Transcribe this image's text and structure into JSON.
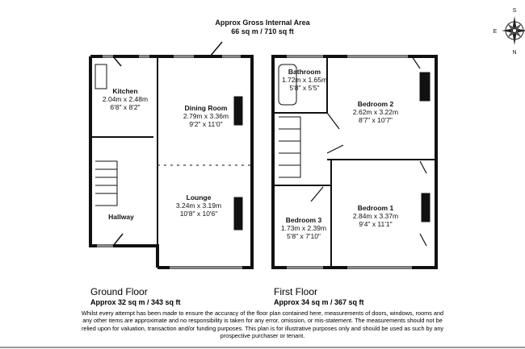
{
  "header": {
    "title": "Approx Gross Internal Area",
    "area": "66 sq m / 710 sq ft"
  },
  "compass": {
    "labels": [
      "S",
      "E",
      "N"
    ]
  },
  "ground_floor": {
    "name": "Ground Floor",
    "area": "Approx 32 sq m / 343 sq ft",
    "rooms": [
      {
        "name": "Kitchen",
        "metric": "2.04m x 2.48m",
        "imperial": "6'8\" x 8'2\""
      },
      {
        "name": "Dining Room",
        "metric": "2.79m x 3.36m",
        "imperial": "9'2\" x 11'0\""
      },
      {
        "name": "Lounge",
        "metric": "3.24m x 3.19m",
        "imperial": "10'8\" x 10'6\""
      },
      {
        "name": "Hallway"
      }
    ]
  },
  "first_floor": {
    "name": "First Floor",
    "area": "Approx 34 sq m / 367 sq ft",
    "rooms": [
      {
        "name": "Bathroom",
        "metric": "1.72m x 1.65m",
        "imperial": "5'8\" x 5'5\""
      },
      {
        "name": "Bedroom 2",
        "metric": "2.62m x 3.22m",
        "imperial": "8'7\" x 10'7\""
      },
      {
        "name": "Bedroom 1",
        "metric": "2.84m x 3.37m",
        "imperial": "9'4\" x 11'1\""
      },
      {
        "name": "Bedroom 3",
        "metric": "1.73m x 2.39m",
        "imperial": "5'8\" x 7'10\""
      }
    ]
  },
  "disclaimer": "Whilst every attempt has been made to ensure the accuracy of the floor plan contained here, measurements of doors, windows, rooms and any other items are approximate and no responsibility is taken for any error, omission, or mis-statement. The measurements should not be relied upon for valuation, transaction and/or funding purposes. This plan is for illustrative purposes only and should be used as such by any prospective purchaser or tenant."
}
